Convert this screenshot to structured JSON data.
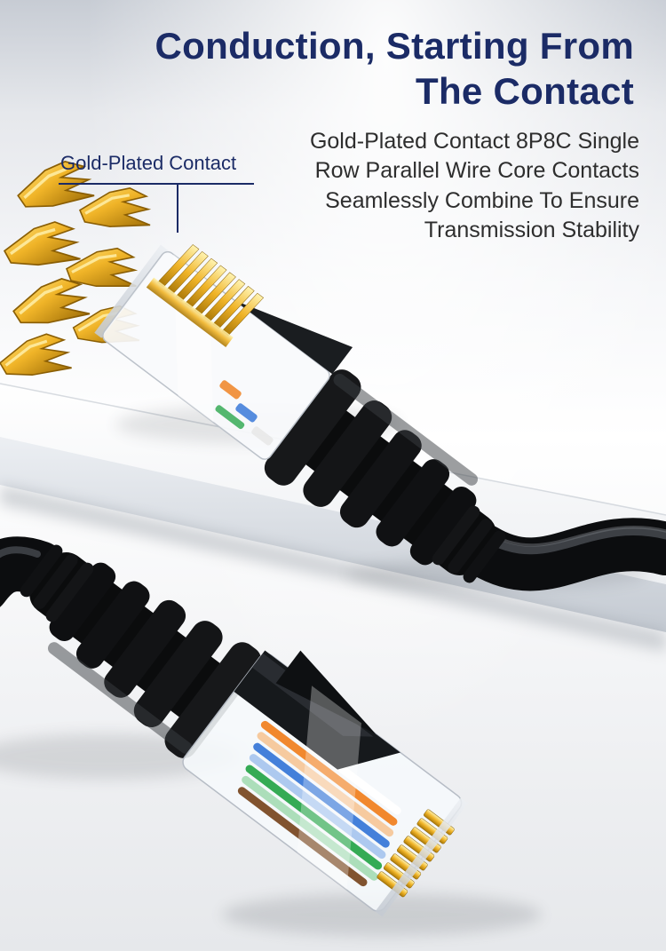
{
  "header": {
    "title": "Conduction, Starting From\nThe Contact",
    "description": "Gold-Plated Contact 8P8C Single\nRow Parallel Wire Core Contacts\nSeamlessly Combine To Ensure\nTransmission Stability"
  },
  "callout": {
    "label": "Gold-Plated Contact"
  },
  "colors": {
    "headline_navy": "#1b2b66",
    "body_text": "#2e2e2e",
    "gold": "#f0b428",
    "cable_black": "#0c0d0f",
    "surface_white": "#ffffff",
    "background_gray": "#c7ccd4"
  },
  "illustration": {
    "parts": [
      "loose-gold-contacts",
      "rj45-connector-upper",
      "rj45-connector-lower",
      "strain-relief-boot",
      "black-ethernet-cable",
      "white-table-surface"
    ]
  }
}
